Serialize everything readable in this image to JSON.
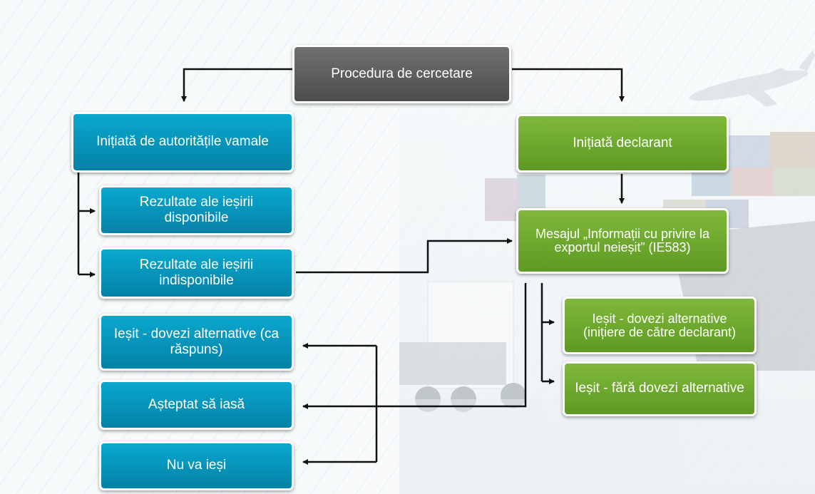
{
  "diagram": {
    "root": "Procedura de cercetare",
    "left_branch": {
      "title": "Inițiată de autoritățile vamale",
      "results_available": "Rezultate ale ieșirii disponibile",
      "results_unavailable": "Rezultate ale ieșirii indisponibile",
      "outcomes": [
        "Ieșit - dovezi alternative (ca răspuns)",
        "Așteptat să iasă",
        "Nu va ieși"
      ]
    },
    "right_branch": {
      "title": "Inițiată declarant",
      "message": "Mesajul „Informații cu privire la exportul neieșit” (IE583)",
      "outcomes": [
        "Ieșit - dovezi alternative (inițiere de către declarant)",
        "Ieșit - fără dovezi alternative"
      ]
    }
  },
  "colors": {
    "root": "#5c5c5c",
    "blue_node": "#0994bb",
    "green_node": "#6fa92e",
    "connector": "#111111",
    "node_border": "#ffffff"
  }
}
